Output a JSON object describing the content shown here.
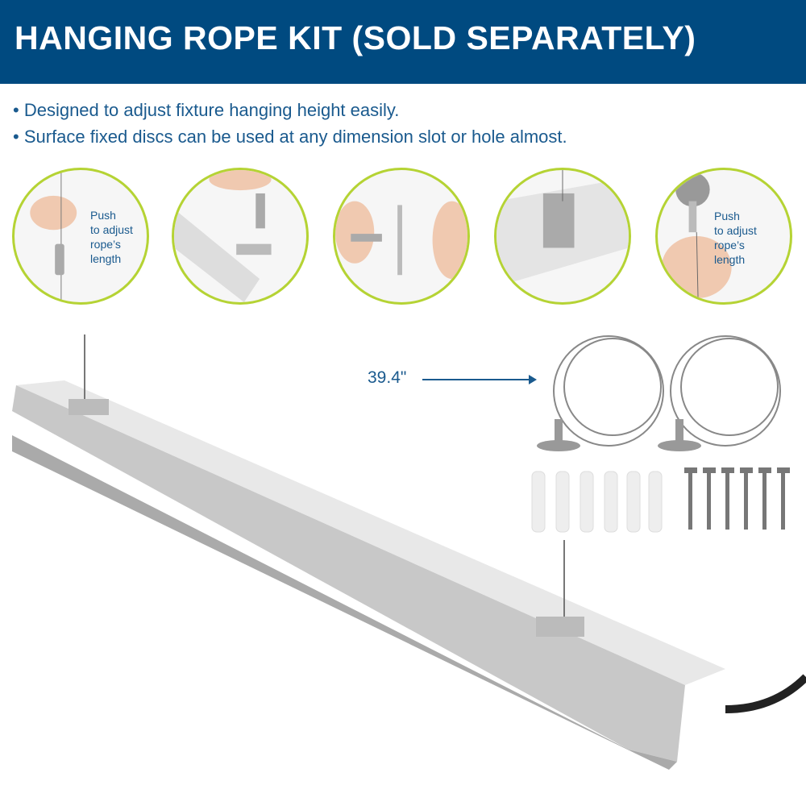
{
  "header": {
    "title": "HANGING ROPE KIT (SOLD SEPARATELY)"
  },
  "bullets": [
    "Designed to adjust fixture hanging height easily.",
    "Surface fixed discs can be used at any dimension slot or hole almost."
  ],
  "steps": [
    {
      "note": [
        "Push",
        "to adjust",
        "rope’s",
        "length"
      ]
    },
    {
      "note": []
    },
    {
      "note": []
    },
    {
      "note": []
    },
    {
      "note": [
        "Push",
        "to adjust",
        "rope’s",
        "length"
      ]
    }
  ],
  "kit": {
    "rope_length": "39.4\""
  },
  "colors": {
    "banner": "#004a80",
    "accent": "#b5d334",
    "text": "#1a5a8e"
  }
}
